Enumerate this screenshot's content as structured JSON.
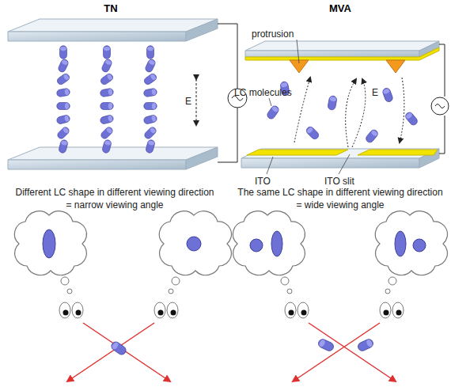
{
  "diagram": {
    "labels": [
      "TN",
      "MVA",
      "E",
      "protrusion",
      "LC molecules",
      "ITO",
      "ITO slit",
      "E",
      "Different LC shape in different viewing direction",
      "= narrow viewing angle",
      "The same LC shape in different viewing direction",
      "= wide viewing angle"
    ]
  }
}
